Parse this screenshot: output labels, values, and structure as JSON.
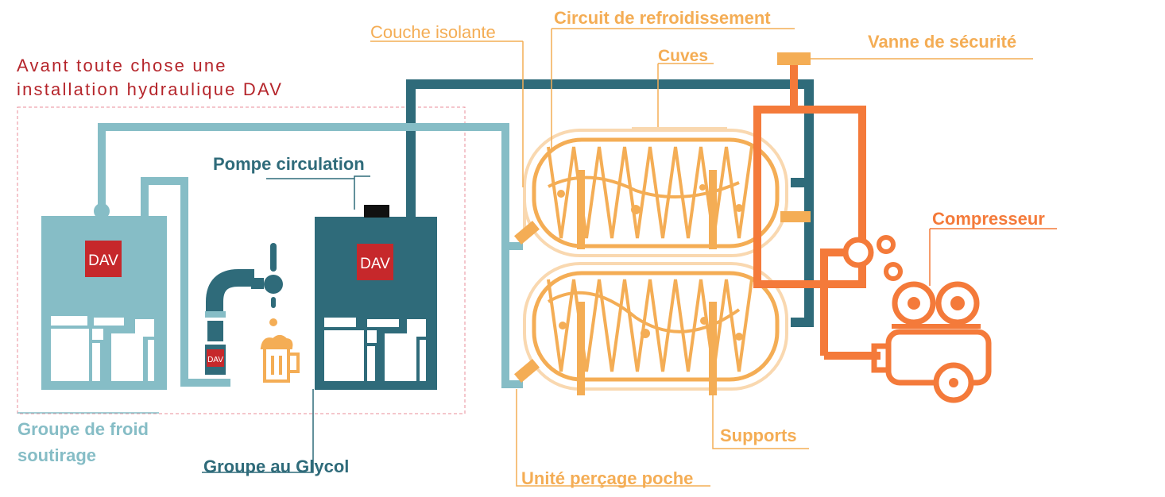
{
  "title_lines": [
    "Avant toute chose une",
    "installation hydraulique DAV"
  ],
  "labels": {
    "couche_isolante": "Couche isolante",
    "circuit_refroidissement": "Circuit de refroidissement",
    "cuves": "Cuves",
    "vanne_securite": "Vanne de sécurité",
    "compresseur": "Compresseur",
    "pompe_circulation": "Pompe circulation",
    "groupe_froid_line1": "Groupe de froid",
    "groupe_froid_line2": "soutirage",
    "groupe_glycol": "Groupe au Glycol",
    "supports": "Supports",
    "unite_percage": "Unité perçage poche"
  },
  "logo_text": "DAV",
  "colors": {
    "title_red": "#b5252b",
    "light_teal": "#86bdc6",
    "dark_teal": "#2f6b7a",
    "orange_light": "#f4ad55",
    "orange_pale": "#f9d8b0",
    "orange_dark": "#f47a3a",
    "logo_red": "#c6282b",
    "dashed_pink": "#e98c9a"
  },
  "icons": [
    "dav-logo-icon",
    "beer-tap-icon",
    "beer-mug-icon",
    "pump-icon",
    "compressor-icon",
    "valve-icon",
    "tank-icon"
  ]
}
